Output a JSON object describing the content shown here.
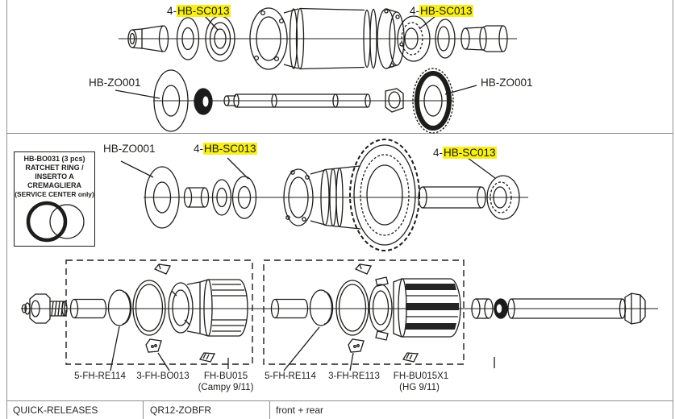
{
  "colors": {
    "highlight": "#f8ef1c",
    "line": "#1d1d1b",
    "frame_gray": "#8f8f8f"
  },
  "diagram": {
    "front_hub": {
      "bearing_left_prefix": "4-",
      "bearing_left_code": "HB-SC013",
      "bearing_right_prefix": "4-",
      "bearing_right_code": "HB-SC013",
      "dust_cap_left": "HB-ZO001",
      "dust_cap_right": "HB-ZO001"
    },
    "rear_hub": {
      "dust_cap": "HB-ZO001",
      "bearing_left_prefix": "4-",
      "bearing_left_code": "HB-SC013",
      "bearing_right_prefix": "4-",
      "bearing_right_code": "HB-SC013",
      "ratchet_box": {
        "title": "HB-BO031 (3 pcs)",
        "line1": "RATCHET RING /",
        "line2": "INSERTO A",
        "line3": "CREMAGLIERA",
        "line4": "(SERVICE CENTER only)"
      }
    },
    "freehub": {
      "campy_seal": "5-FH-RE114",
      "campy_pawl": "3-FH-BO013",
      "campy_body": "FH-BU015",
      "campy_body_sub": "(Campy 9/11)",
      "hg_seal": "5-FH-RE114",
      "hg_pawl": "3-FH-RE113",
      "hg_body": "FH-BU015X1",
      "hg_body_sub": "(HG 9/11)"
    }
  },
  "table": {
    "category": "QUICK-RELEASES",
    "code": "QR12-ZOBFR",
    "note": "front + rear"
  }
}
